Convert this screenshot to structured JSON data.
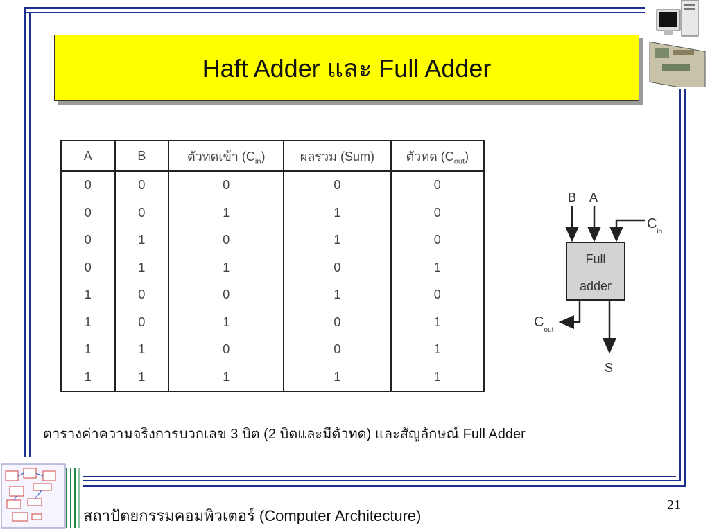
{
  "slide": {
    "title": "Haft Adder และ Full Adder",
    "caption": "ตารางค่าความจริงการบวกเลข 3 บิต (2 บิตและมีตัวทด) และสัญลักษณ์ Full Adder",
    "footer": "สถาปัตยกรรมคอมพิวเตอร์ (Computer Architecture)",
    "page_number": "21"
  },
  "truth_table": {
    "headers": {
      "a": "A",
      "b": "B",
      "cin_main": "ตัวทดเข้า (C",
      "cin_sub": "in",
      "cin_close": ")",
      "sum": "ผลรวม (Sum)",
      "cout_main": "ตัวทด (C",
      "cout_sub": "out",
      "cout_close": ")"
    },
    "rows": [
      [
        "0",
        "0",
        "0",
        "0",
        "0"
      ],
      [
        "0",
        "0",
        "1",
        "1",
        "0"
      ],
      [
        "0",
        "1",
        "0",
        "1",
        "0"
      ],
      [
        "0",
        "1",
        "1",
        "0",
        "1"
      ],
      [
        "1",
        "0",
        "0",
        "1",
        "0"
      ],
      [
        "1",
        "0",
        "1",
        "0",
        "1"
      ],
      [
        "1",
        "1",
        "0",
        "0",
        "1"
      ],
      [
        "1",
        "1",
        "1",
        "1",
        "1"
      ]
    ]
  },
  "diagram": {
    "input_b": "B",
    "input_a": "A",
    "cin_label": "C",
    "cin_sub": "in",
    "block_line1": "Full",
    "block_line2": "adder",
    "cout_label": "C",
    "cout_sub": "out",
    "sum_label": "S"
  },
  "colors": {
    "title_bg": "#ffff00",
    "frame_lines": "#1f2f8f",
    "adder_block": "#d3d3d3"
  }
}
